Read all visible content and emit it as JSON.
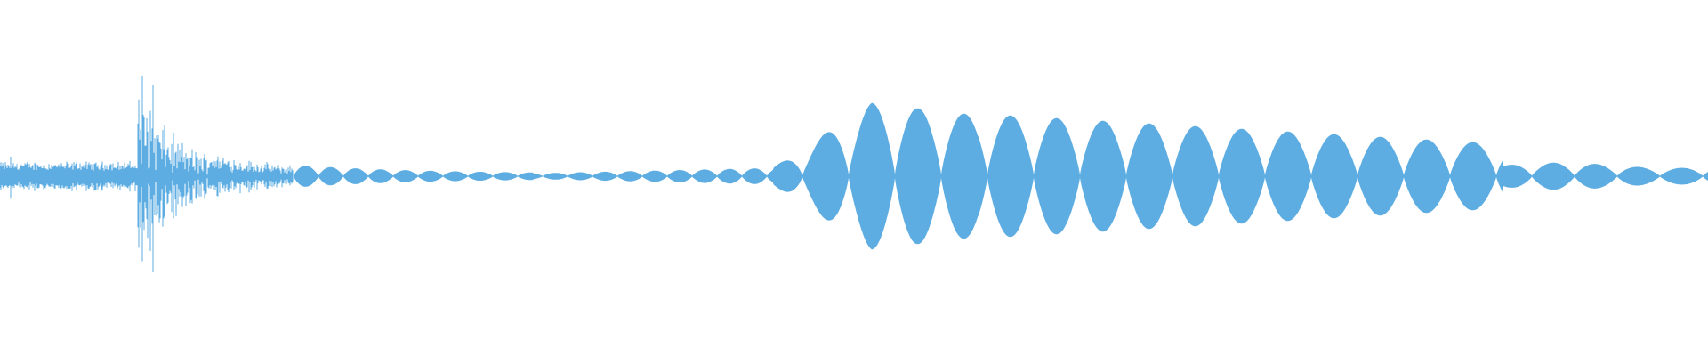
{
  "waveform": {
    "color": "#5dade2",
    "background": "#ffffff",
    "segments": [
      {
        "kind": "noise",
        "from": 0.0,
        "to": 0.08,
        "level": 0.08
      },
      {
        "kind": "burst",
        "from": 0.08,
        "to": 0.17,
        "level": 0.82
      },
      {
        "kind": "decay",
        "from": 0.17,
        "to": 0.45,
        "level": 0.12
      },
      {
        "kind": "tone-rise",
        "from": 0.45,
        "to": 0.51,
        "level": 0.82
      },
      {
        "kind": "tone-steady",
        "from": 0.51,
        "to": 0.88,
        "level": 0.7
      },
      {
        "kind": "tone-tail",
        "from": 0.88,
        "to": 1.0,
        "level": 0.2
      }
    ]
  }
}
